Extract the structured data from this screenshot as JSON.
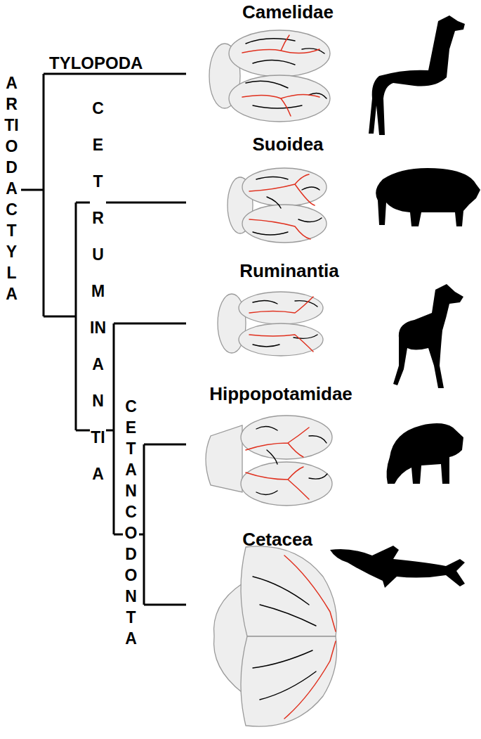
{
  "diagram": {
    "labels": [
      "TYLOPODA",
      "ARTIODACTYLA",
      "CETRUMINANTIA",
      "CETANCODONTA",
      "Camelidae",
      "Suoidea",
      "Ruminantia",
      "Hippopotamidae",
      "Cetacea"
    ]
  }
}
